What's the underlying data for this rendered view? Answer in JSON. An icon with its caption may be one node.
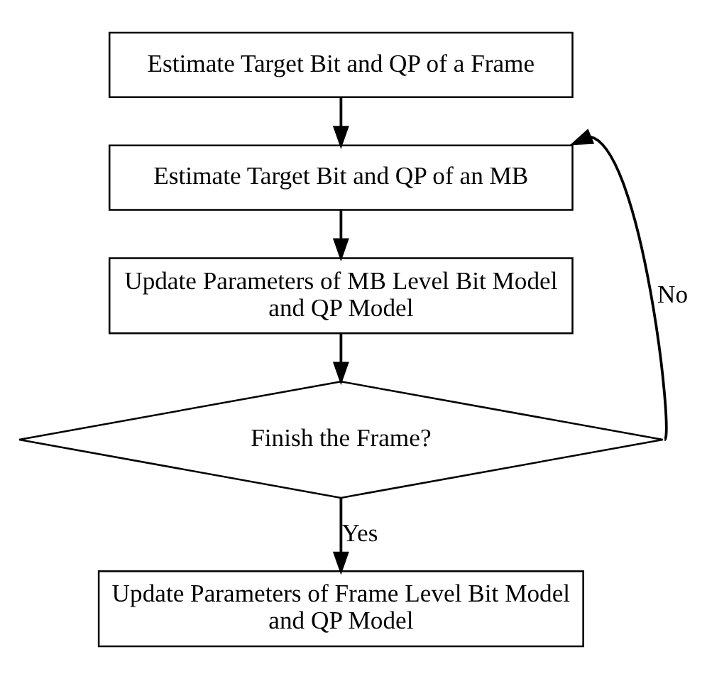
{
  "diagram": {
    "nodes": [
      {
        "text": [
          "Estimate Target Bit and QP of a Frame"
        ]
      },
      {
        "text": [
          "Estimate Target Bit and QP of an MB"
        ]
      },
      {
        "text": [
          "Update Parameters of MB Level Bit Model and QP Model"
        ]
      },
      {
        "text": [
          "Finish the Frame?"
        ]
      },
      {
        "text": [
          "Update Parameters of Frame Level Bit Model and QP Model"
        ]
      }
    ],
    "edges": [
      {
        "from": 0,
        "to": 1,
        "arrow": "to"
      },
      {
        "from": 1,
        "to": 2,
        "arrow": "to"
      },
      {
        "from": 2,
        "to": 3,
        "arrow": "to"
      },
      {
        "from": 3,
        "to": 4,
        "label": "Yes",
        "arrow": "to"
      },
      {
        "from": 3,
        "to": 1,
        "label": "No",
        "arrow": "to"
      }
    ]
  }
}
